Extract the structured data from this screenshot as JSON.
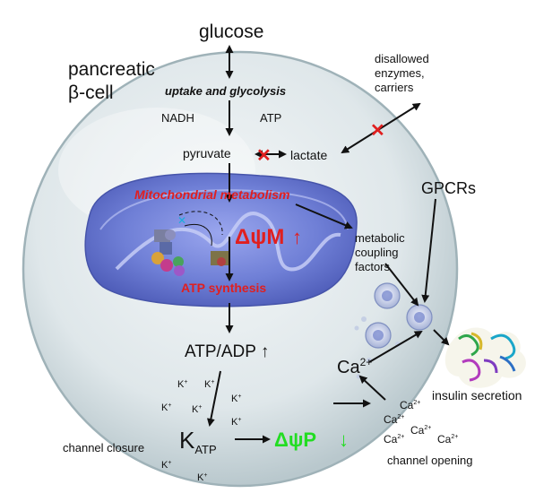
{
  "labels": {
    "glucose": "glucose",
    "cell_line1": "pancreatic",
    "cell_line2": "β-cell",
    "uptake": "uptake and glycolysis",
    "nadh": "NADH",
    "atp": "ATP",
    "pyruvate": "pyruvate",
    "lactate": "lactate",
    "disallowed_line1": "disallowed",
    "disallowed_line2": "enzymes,",
    "disallowed_line3": "carriers",
    "mito_metabolism": "Mitochondrial metabolism",
    "delta_psi_m": "ΔψM",
    "up_arrow": "↑",
    "atp_synthesis": "ATP synthesis",
    "gpcrs": "GPCRs",
    "mcf_line1": "metabolic",
    "mcf_line2": "coupling",
    "mcf_line3": "factors",
    "atp_adp": "ATP/ADP ↑",
    "k_base": "K",
    "k_sub": "ATP",
    "delta_psi_p": "ΔψP",
    "down_arrow": "↓",
    "ca_base": "Ca",
    "ca_sup": "2+",
    "insulin_secretion": "insulin secretion",
    "channel_closure": "channel closure",
    "channel_opening": "channel opening",
    "k_ion_base": "K",
    "k_ion_sup": "+",
    "cross_mark": "✕"
  },
  "colors": {
    "red_accent": "#e01f1f",
    "green_accent": "#22dd22",
    "mito_blue": "#6f7fd6",
    "cell_fill": "#dde7ea"
  }
}
